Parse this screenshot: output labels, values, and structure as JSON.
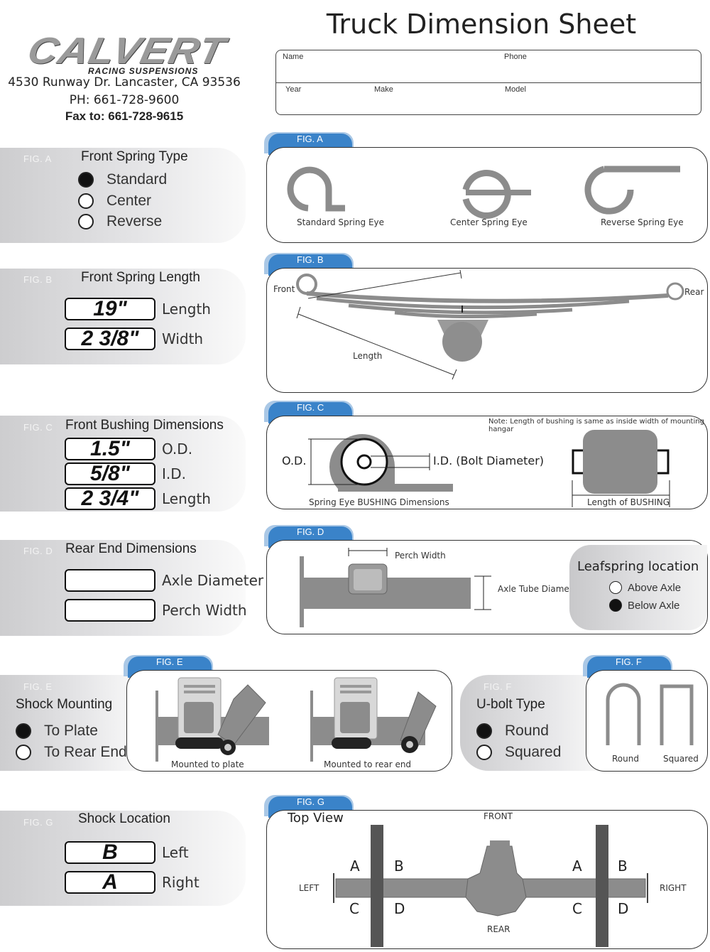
{
  "header": {
    "logo_text": "CALVERT",
    "logo_sub": "RACING SUSPENSIONS",
    "address": "4530 Runway Dr. Lancaster, CA 93536",
    "phone": "PH: 661-728-9600",
    "fax": "Fax to: 661-728-9615",
    "title": "Truck Dimension Sheet"
  },
  "info_form": {
    "name_label": "Name",
    "phone_label": "Phone",
    "year_label": "Year",
    "make_label": "Make",
    "model_label": "Model"
  },
  "sections": {
    "a": {
      "tag": "FIG. A",
      "title": "Front Spring Type",
      "options": [
        {
          "label": "Standard",
          "selected": true
        },
        {
          "label": "Center",
          "selected": false
        },
        {
          "label": "Reverse",
          "selected": false
        }
      ]
    },
    "b": {
      "tag": "FIG. B",
      "title": "Front Spring Length",
      "length_value": "19\"",
      "length_label": "Length",
      "width_value": "2 3/8\"",
      "width_label": "Width"
    },
    "c": {
      "tag": "FIG. C",
      "title": "Front Bushing Dimensions",
      "od_value": "1.5\"",
      "od_label": "O.D.",
      "id_value": "5/8\"",
      "id_label": "I.D.",
      "length_value": "2 3/4\"",
      "length_label": "Length"
    },
    "d": {
      "tag": "FIG. D",
      "title": "Rear End Dimensions",
      "axle_value": "",
      "axle_label": "Axle Diameter",
      "perch_value": "",
      "perch_label": "Perch Width"
    },
    "e": {
      "tag": "FIG. E",
      "title": "Shock Mounting",
      "options": [
        {
          "label": "To Plate",
          "selected": true
        },
        {
          "label": "To Rear End",
          "selected": false
        }
      ]
    },
    "f": {
      "tag": "FIG. F",
      "title": "U-bolt Type",
      "options": [
        {
          "label": "Round",
          "selected": true
        },
        {
          "label": "Squared",
          "selected": false
        }
      ]
    },
    "g": {
      "tag": "FIG. G",
      "title": "Shock Location",
      "left_value": "B",
      "left_label": "Left",
      "right_value": "A",
      "right_label": "Right"
    }
  },
  "figures": {
    "a": {
      "tag": "FIG. A",
      "captions": [
        "Standard Spring Eye",
        "Center Spring Eye",
        "Reverse Spring Eye"
      ]
    },
    "b": {
      "tag": "FIG. B",
      "front": "Front",
      "rear": "Rear",
      "length": "Length"
    },
    "c": {
      "tag": "FIG. C",
      "note": "Note: Length of bushing is same as inside width of mounting hangar",
      "od": "O.D.",
      "id": "I.D. (Bolt Diameter)",
      "eye_caption": "Spring Eye BUSHING Dimensions",
      "length_caption": "Length of BUSHING"
    },
    "d": {
      "tag": "FIG. D",
      "perch": "Perch Width",
      "axle_tube": "Axle Tube Diameter",
      "leafspring_title": "Leafspring location",
      "options": [
        {
          "label": "Above Axle",
          "selected": false
        },
        {
          "label": "Below Axle",
          "selected": true
        }
      ]
    },
    "e": {
      "tag": "FIG. E",
      "captions": [
        "Mounted to plate",
        "Mounted to rear end"
      ]
    },
    "f": {
      "tag": "FIG. F",
      "captions": [
        "Round",
        "Squared"
      ]
    },
    "g": {
      "tag": "FIG. G",
      "title": "Top View",
      "front": "FRONT",
      "rear": "REAR",
      "left": "LEFT",
      "right": "RIGHT",
      "letters": [
        "A",
        "B",
        "C",
        "D",
        "A",
        "B",
        "C",
        "D"
      ]
    }
  },
  "colors": {
    "tab_blue": "#3a83c9",
    "part_gray": "#8c8c8c",
    "pill_gray": "#d4d4d6"
  }
}
